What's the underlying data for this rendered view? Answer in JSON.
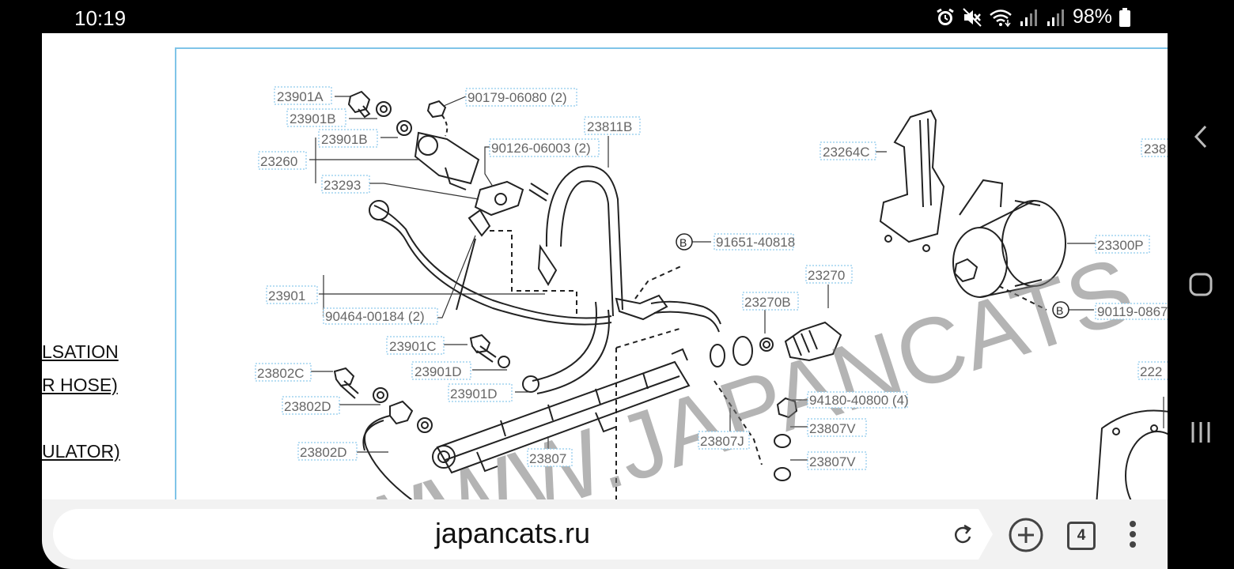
{
  "status": {
    "time": "10:19",
    "battery": "98%",
    "icons": [
      "alarm-icon",
      "mute-icon",
      "wifi-icon",
      "signal-icon",
      "signal-icon",
      "battery-icon"
    ]
  },
  "page": {
    "left_links": [
      "LSATION",
      "R HOSE)",
      "ULATOR)"
    ],
    "diagram": {
      "labels": [
        "23901A",
        "23901B",
        "23901B",
        "23260",
        "23293",
        "90179-06080 (2)",
        "90126-06003 (2)",
        "23811B",
        "23264C",
        "238",
        "91651-40818",
        "23270",
        "23270B",
        "23300P",
        "90119-0867",
        "23901",
        "90464-00184 (2)",
        "23901C",
        "23901D",
        "23901D",
        "23802C",
        "23802D",
        "23802D",
        "23807",
        "23807J",
        "94180-40800 (4)",
        "23807V",
        "23807V",
        "222"
      ],
      "watermark": "WWW.JAPANCATS",
      "callout_letter": "B"
    }
  },
  "browser": {
    "url": "japancats.ru",
    "tab_count": "4"
  },
  "nav": {
    "icons": [
      "back-icon",
      "home-icon",
      "recents-icon"
    ]
  }
}
